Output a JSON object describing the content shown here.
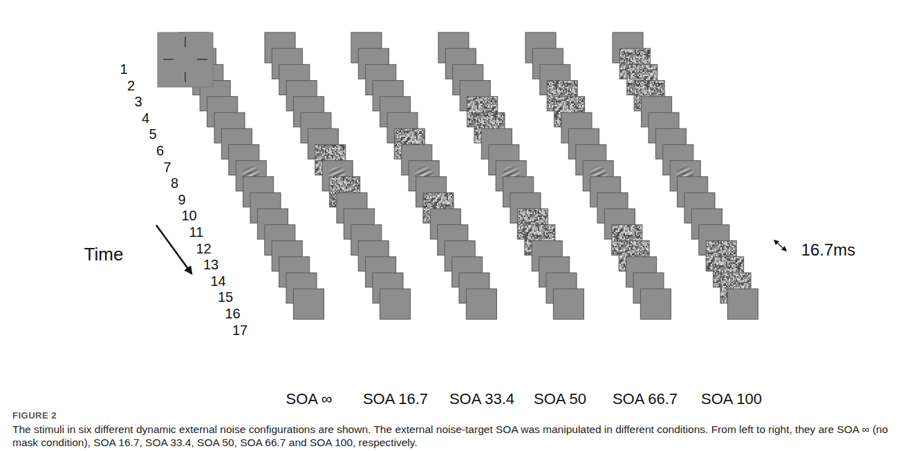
{
  "diagram": {
    "caption": "The stimuli in six different dynamic external noise configurations are shown. The external noise-target SOA was manipulated in different conditions. From left to right, they are SOA ∞ (no mask condition), SOA 16.7, SOA 33.4, SOA 50, SOA 66.7 and SOA 100, respectively.",
    "labels": [
      "1",
      "2",
      "3",
      "4",
      "5",
      "6",
      "7",
      "8",
      "9",
      "10",
      "11",
      "12",
      "13",
      "14",
      "15",
      "16",
      "17",
      "Time",
      "16.7ms",
      "SOA ∞",
      "SOA 16.7",
      "SOA 33.4",
      "SOA 50",
      "SOA 66.7",
      "SOA 100",
      "FIGURE 2"
    ]
  }
}
